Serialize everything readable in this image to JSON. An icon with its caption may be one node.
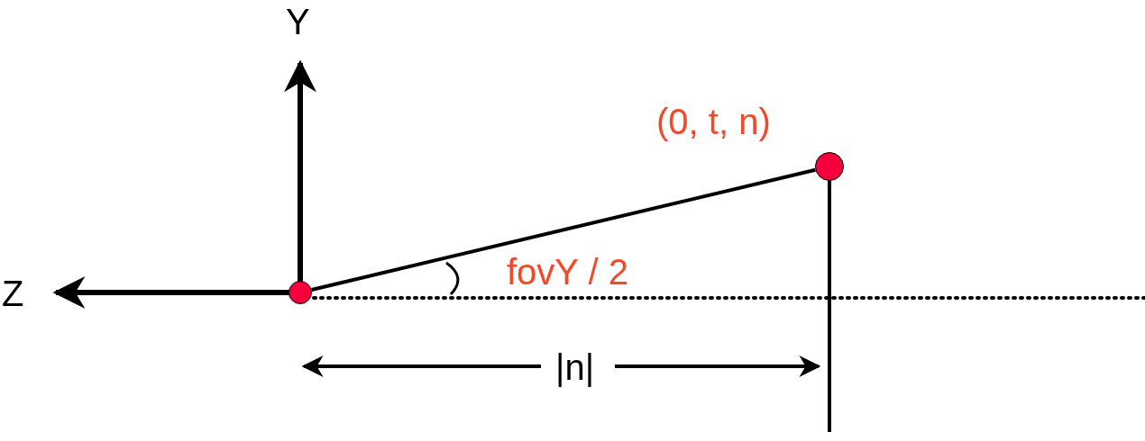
{
  "diagram": {
    "nodes": [
      {
        "text": [],
        "shape": "circle"
      },
      {
        "text": [],
        "shape": "circle",
        "beside": [
          "(0, t, n)"
        ]
      }
    ],
    "edges": [
      {
        "from": 0,
        "to": 1,
        "arrow": "none"
      },
      {
        "from": 1,
        "to": null,
        "arrow": "none"
      }
    ],
    "labels": [
      "Y",
      "Z",
      "fovY / 2",
      "|n|"
    ]
  }
}
